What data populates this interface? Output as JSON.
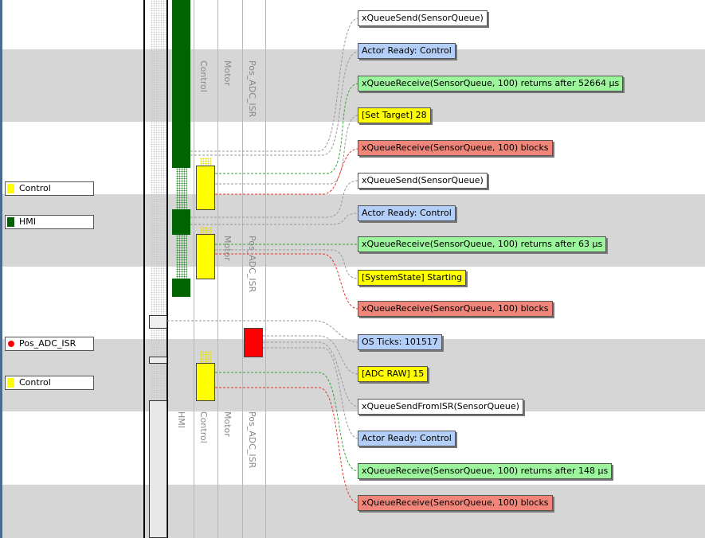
{
  "lane_labels": {
    "top_control": "Control",
    "top_motor": "Motor",
    "top_pos_adc_isr": "Pos_ADC_ISR",
    "mid_motor": "Motor",
    "mid_pos_adc_isr": "Pos_ADC_ISR",
    "bot_hmi": "HMI",
    "bot_control": "Control",
    "bot_motor": "Motor",
    "bot_pos_adc_isr": "Pos_ADC_ISR"
  },
  "actors": [
    {
      "name": "Control",
      "color": "#ffff00",
      "marker": "square"
    },
    {
      "name": "HMI",
      "color": "#006400",
      "marker": "square"
    },
    {
      "name": "Pos_ADC_ISR",
      "color": "#ff0000",
      "marker": "circle"
    },
    {
      "name": "Control",
      "color": "#ffff00",
      "marker": "square"
    }
  ],
  "events": [
    {
      "text": "xQueueSend(SensorQueue)",
      "kind": "white"
    },
    {
      "text": "Actor Ready: Control",
      "kind": "blue"
    },
    {
      "text": "xQueueReceive(SensorQueue, 100) returns after 52664 µs",
      "kind": "green"
    },
    {
      "text": "[Set Target] 28",
      "kind": "yellow"
    },
    {
      "text": "xQueueReceive(SensorQueue, 100) blocks",
      "kind": "red"
    },
    {
      "text": "xQueueSend(SensorQueue)",
      "kind": "white"
    },
    {
      "text": "Actor Ready: Control",
      "kind": "blue"
    },
    {
      "text": "xQueueReceive(SensorQueue, 100) returns after 63 µs",
      "kind": "green"
    },
    {
      "text": "[SystemState] Starting",
      "kind": "yellow"
    },
    {
      "text": "xQueueReceive(SensorQueue, 100) blocks",
      "kind": "red"
    },
    {
      "text": "OS Ticks: 101517",
      "kind": "blue"
    },
    {
      "text": "[ADC RAW] 15",
      "kind": "yellow"
    },
    {
      "text": "xQueueSendFromISR(SensorQueue)",
      "kind": "white"
    },
    {
      "text": "Actor Ready: Control",
      "kind": "blue"
    },
    {
      "text": "xQueueReceive(SensorQueue, 100) returns after 148 µs",
      "kind": "green"
    },
    {
      "text": "xQueueReceive(SensorQueue, 100) blocks",
      "kind": "red"
    }
  ],
  "colors": {
    "hmi_green": "#006400",
    "control_yellow": "#ffff00",
    "isr_red": "#ff0000",
    "band_gray": "#d6d6d6",
    "connector_gray": "#999999",
    "connector_green": "#2ca02c",
    "connector_red": "#e8342a"
  }
}
